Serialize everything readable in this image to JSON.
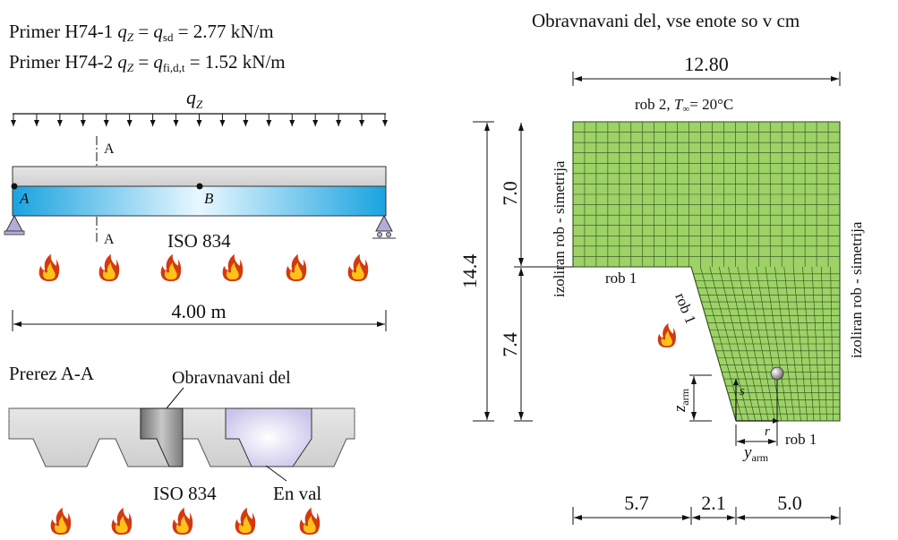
{
  "left_panel": {
    "case1": {
      "prefix": "Primer H74-1 ",
      "q": "q",
      "q_sub": "Z",
      "eq": " = ",
      "q2": "q",
      "q2_sub": "sd",
      "value": " = 2.77 kN/m"
    },
    "case2": {
      "prefix": "Primer H74-2 ",
      "q": "q",
      "q_sub": "Z",
      "eq": " = ",
      "q2": "q",
      "q2_sub": "fi,d,t",
      "value": " = 1.52 kN/m"
    },
    "load_label": {
      "q": "q",
      "sub": "Z"
    },
    "section_mark_top": "A",
    "section_mark_bottom": "A",
    "point_a": "A",
    "point_b": "B",
    "fire_curve": "ISO 834",
    "span": "4.00 m",
    "section_title": "Prerez A-A",
    "considered_part": "Obravnavani del",
    "section_fire_curve": "ISO 834",
    "wave_label": "En val"
  },
  "right_panel": {
    "title": "Obravnavani del, vse enote so v cm",
    "top_width": "12.80",
    "edge2": {
      "text": "rob 2, ",
      "T": "T",
      "T_sub": "∞",
      "value": "= 20°C"
    },
    "total_height": "14.4",
    "upper_height": "7.0",
    "lower_height": "7.4",
    "insulated_left": "izoliran rob - simetrija",
    "insulated_right": "izoliran rob - simetrija",
    "edge1_horizontal": "rob 1",
    "edge1_slanted": "rob 1",
    "edge1_bottom": "rob 1",
    "axis_s": "s",
    "axis_r": "r",
    "z_arm": {
      "main": "z",
      "sub": "arm"
    },
    "y_arm": {
      "main": "y",
      "sub": "arm"
    },
    "bottom_dims": [
      "5.7",
      "2.1",
      "5.0"
    ]
  },
  "colors": {
    "mesh_fill": "#9cd266",
    "mesh_line": "#2e4a1c",
    "beam_blue": "#1aa3e0",
    "beam_highlight": "#e9f7ff",
    "concrete": "#dcdcdc",
    "steel_grey": "#9a9a9a",
    "flame_outer": "#d23a12",
    "flame_inner": "#ffc21a"
  }
}
